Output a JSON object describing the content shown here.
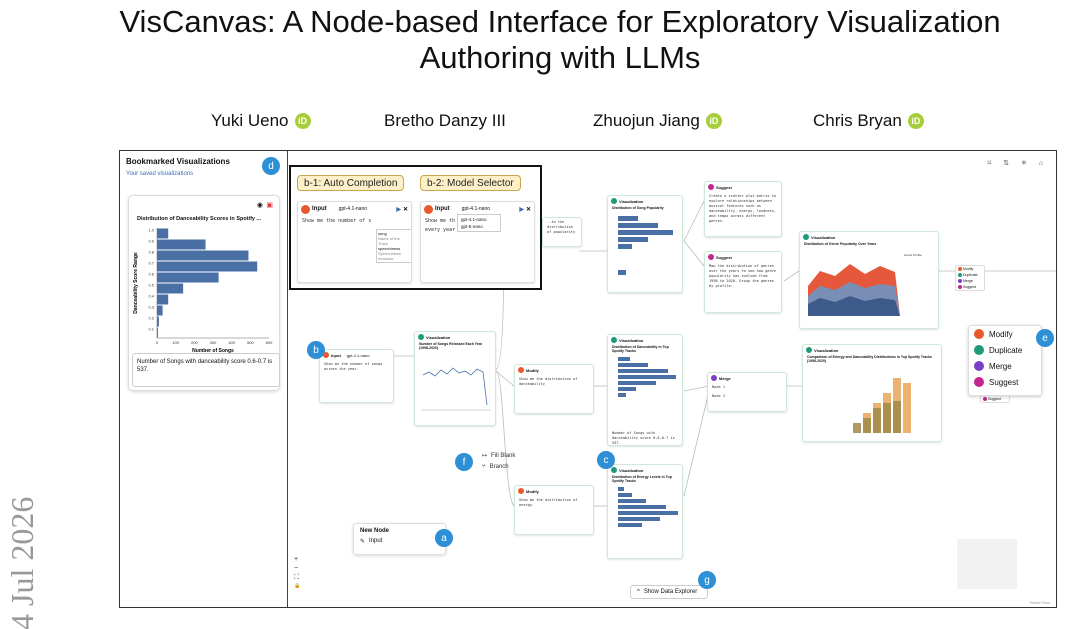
{
  "paper": {
    "title_line1": "VisCanvas: A Node-based Interface for Exploratory Visualization",
    "title_line2": "Authoring with LLMs",
    "authors": [
      {
        "name": "Yuki Ueno",
        "orcid": true
      },
      {
        "name": "Bretho Danzy III",
        "orcid": false
      },
      {
        "name": "Zhuojun Jiang",
        "orcid": true
      },
      {
        "name": "Chris Bryan",
        "orcid": true
      }
    ],
    "margin_stamp": "4 Jul 2026",
    "orcid_glyph": "iD"
  },
  "sidebar": {
    "title": "Bookmarked Visualizations",
    "subtitle": "Your saved visualizations",
    "card_title": "Distribution of Danceability Scores in Spotify ...",
    "card_ylabel": "Danceability Score Range",
    "card_xlabel": "Number of Songs",
    "card_yticks": [
      "1.0",
      "0.9",
      "0.8",
      "0.7",
      "0.6",
      "0.5",
      "0.4",
      "0.3",
      "0.2",
      "0.1"
    ],
    "card_xticks": [
      "0",
      "100",
      "200",
      "300",
      "400",
      "500",
      "600"
    ],
    "summary": "Number of Songs with danceability score 0.6-0.7 is 537."
  },
  "chart_data": {
    "type": "bar",
    "orientation": "horizontal",
    "title": "Distribution of Danceability Scores in Spotify ...",
    "xlabel": "Number of Songs",
    "ylabel": "Danceability Score Range",
    "categories": [
      "0.9-1.0",
      "0.8-0.9",
      "0.7-0.8",
      "0.6-0.7",
      "0.5-0.6",
      "0.4-0.5",
      "0.3-0.4",
      "0.2-0.3",
      "0.1-0.2",
      "0.0-0.1"
    ],
    "values": [
      60,
      260,
      490,
      537,
      330,
      140,
      60,
      30,
      10,
      5
    ],
    "xlim": [
      0,
      600
    ],
    "bar_color": "#4a6fa5"
  },
  "badges": {
    "a": "a",
    "b": "b",
    "c": "c",
    "d": "d",
    "e": "e",
    "f": "f",
    "g": "g"
  },
  "inset": {
    "tag1": "b-1: Auto Completion",
    "tag2": "b-2: Model Selector",
    "input_label": "Input",
    "model": "gpt-4.1-nano",
    "prompt1": "Show me the number of s",
    "prompt2": "Show me th          gs",
    "prompt2b": "every year",
    "suggest1": "song",
    "suggest1_sub": "Name of the Track",
    "suggest2": "speechiness",
    "suggest2_sub": "Speechiness measure",
    "model_opt1": "gpt-4.1-nano",
    "model_opt2": "gpt-5-nano"
  },
  "nodes": {
    "input_label": "Input",
    "model": "gpt-4.1-nano",
    "input_text": "Show me the number of songs across the year.",
    "visualization_label": "Visualization",
    "viz_songs_year": "Number of Songs Released Each Year (1998-2020)",
    "viz_popularity": "Distribution of Song Popularity",
    "viz_energy_dance": "Comparison of Energy and Danceability Distributions in Top Spotify Tracks (1998-2020)",
    "viz_genre_time": "Distribution of Genre Popularity Over Years",
    "viz_dance_top": "Distribution of Danceability in Top Spotify Tracks",
    "viz_energy_top": "Distribution of Energy Levels in Top Spotify Tracks",
    "modify_label": "Modify",
    "modify_dance": "Show me the distribution of danceability",
    "modify_energy": "Show me the distribution of energy.",
    "suggest_label": "Suggest",
    "suggest1": "Create a scatter plot matrix to explore relationships between musical features such as danceability, energy, loudness, and tempo across different genres.",
    "suggest2": "Map the distribution of genres over the years to see how genre popularity has evolved from 1998 to 2020. Group the genres by profile.",
    "merge_label": "Merge",
    "dance_summary": "Number of Songs with danceability score 0.6-0.7 is 537.",
    "popularity_partial": "..to the distribution of popularity",
    "merge_node1": "Node 1",
    "merge_node2": "Node 2"
  },
  "menu_e": {
    "items": [
      {
        "label": "Modify",
        "color": "#e8592b"
      },
      {
        "label": "Duplicate",
        "color": "#1f9a7a"
      },
      {
        "label": "Merge",
        "color": "#7b3fc7"
      },
      {
        "label": "Suggest",
        "color": "#c2278e"
      }
    ]
  },
  "small_menus": [
    "Modify",
    "Duplicate",
    "Merge",
    "Suggest"
  ],
  "edge_menu": {
    "fill_blank": "Fill Blank",
    "branch": "Branch"
  },
  "new_node": {
    "title": "New Node",
    "item": "Input"
  },
  "explorer": {
    "label": "Show Data Explorer"
  },
  "zoom": {
    "plus": "+",
    "minus": "−",
    "fit": "⛶",
    "lock": "🔒"
  },
  "react_flow": "React Flow",
  "toolbar": "⌑ ⇅ ✳ ⌂",
  "colors": {
    "accent": "#2d8fd5",
    "input": "#e8592b",
    "viz": "#1f9a7a",
    "modify": "#e8592b",
    "suggest": "#c2278e",
    "merge": "#7b3fc7"
  }
}
